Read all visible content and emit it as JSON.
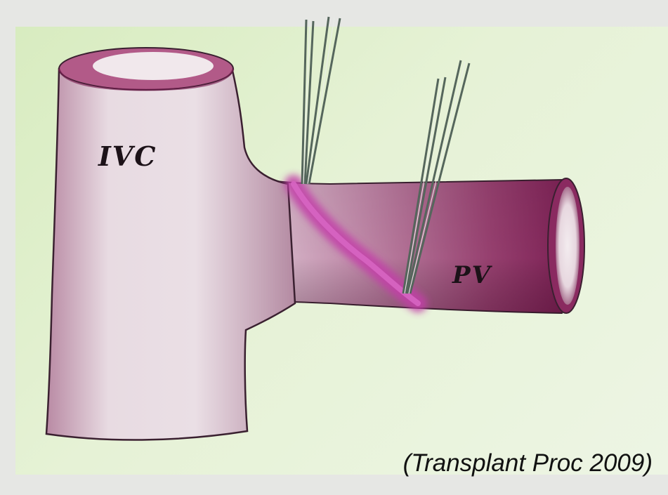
{
  "figure": {
    "label_ivc": "IVC",
    "label_pv": "PV",
    "citation": "(Transplant Proc 2009)"
  },
  "colors": {
    "background": "#e6e7e4",
    "panel": "#e3f0d3",
    "vessel_light": "#e6d6df",
    "vessel_dark": "#7a1e52",
    "anastomosis": "#c23fa8",
    "suture_needles": "#5a6a60"
  }
}
